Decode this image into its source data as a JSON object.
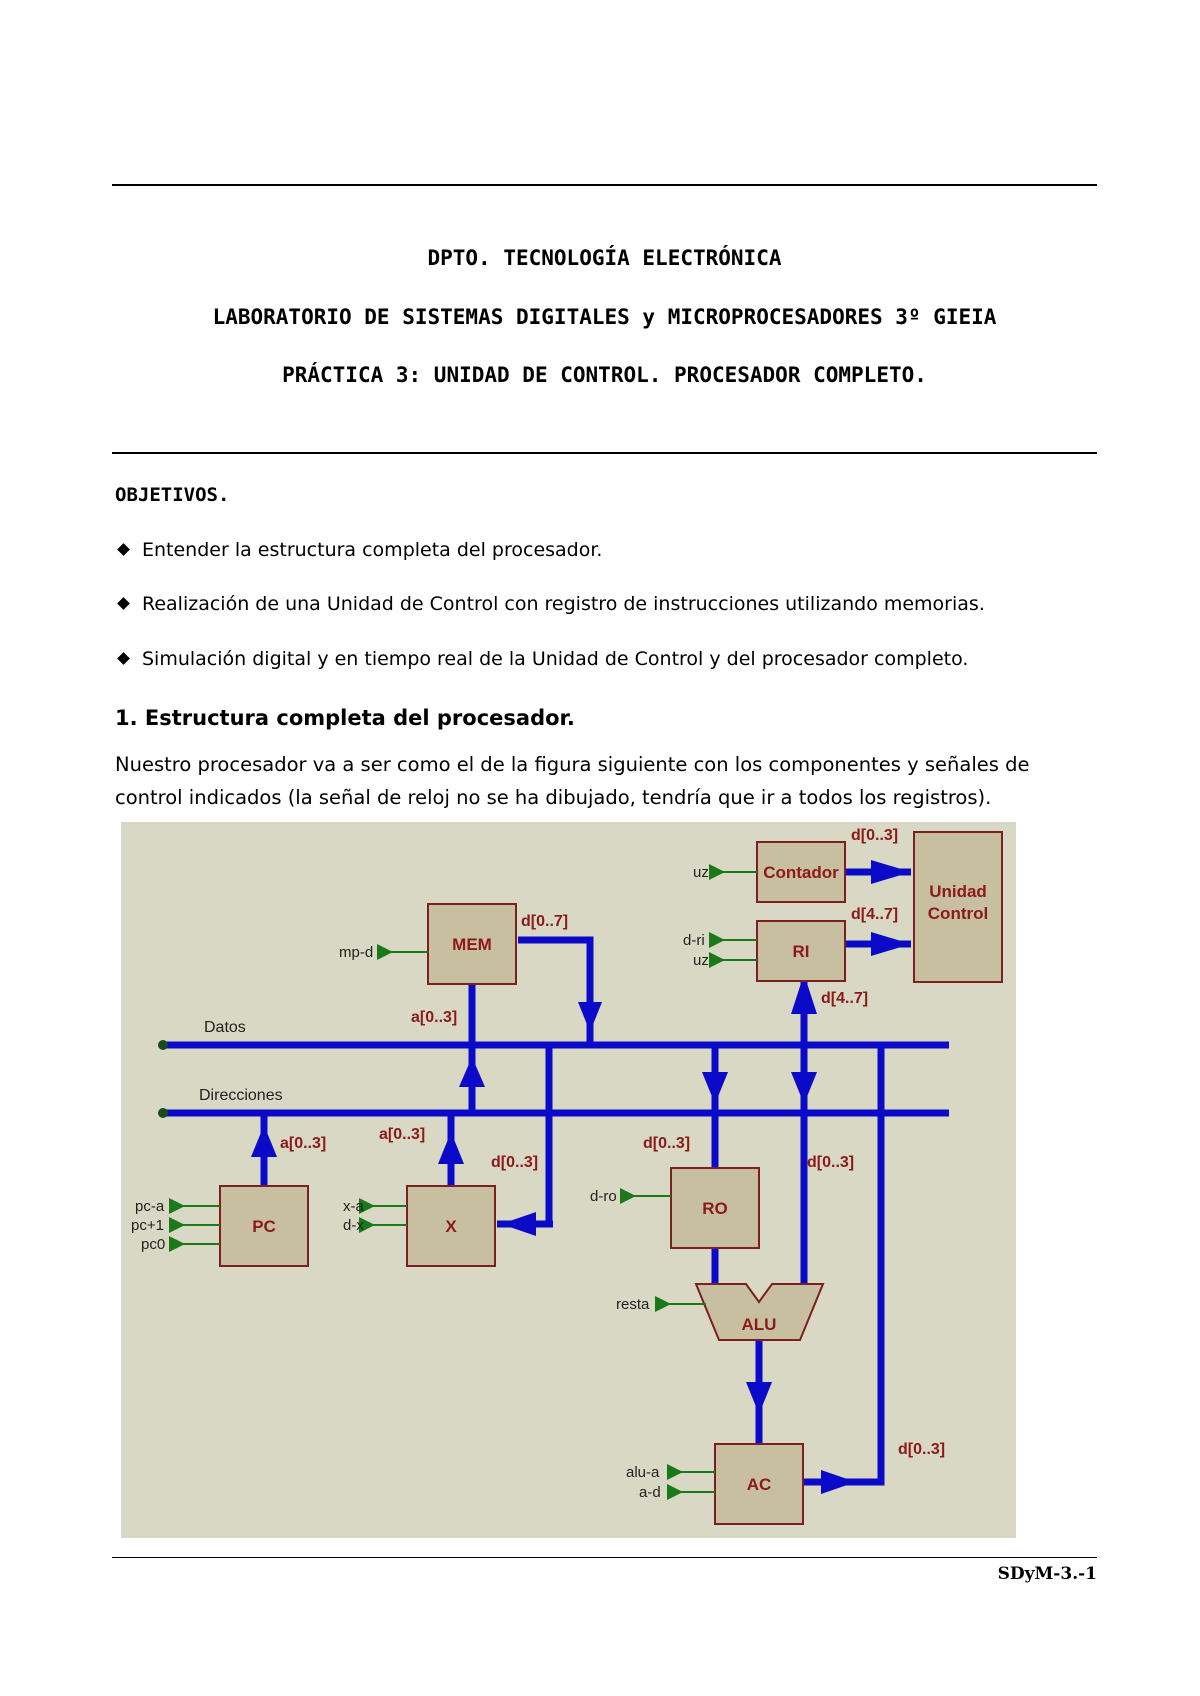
{
  "header": {
    "dept": "DPTO. TECNOLOGÍA ELECTRÓNICA",
    "lab": "LABORATORIO DE SISTEMAS DIGITALES y MICROPROCESADORES 3º GIEIA",
    "practice": "PRÁCTICA 3: UNIDAD DE CONTROL. PROCESADOR COMPLETO."
  },
  "objectives": {
    "title": "OBJETIVOS.",
    "items": [
      "Entender la estructura completa del procesador.",
      "Realización de una Unidad de Control con registro de instrucciones utilizando memorias.",
      "Simulación digital y en tiempo real de la Unidad de Control y del procesador completo."
    ]
  },
  "section1": {
    "title": "1. Estructura completa del procesador.",
    "para_line1": "Nuestro procesador va a ser como el de la figura siguiente con los componentes y señales de",
    "para_line2": "control indicados (la señal de reloj no se ha dibujado, tendría que ir a todos los registros)."
  },
  "figure": {
    "blocks": {
      "contador": "Contador",
      "unidad_line1": "Unidad",
      "unidad_line2": "Control",
      "ri": "RI",
      "mem": "MEM",
      "pc": "PC",
      "x": "X",
      "ro": "RO",
      "alu": "ALU",
      "ac": "AC"
    },
    "buses": {
      "datos": "Datos",
      "direcciones": "Direcciones"
    },
    "bus_labels": {
      "cont_out": "d[0..3]",
      "ri_out": "d[4..7]",
      "ri_in": "d[4..7]",
      "mem_out": "d[0..7]",
      "mem_addr": "a[0..3]",
      "pc_out": "a[0..3]",
      "x_out": "a[0..3]",
      "x_in": "d[0..3]",
      "ro_in": "d[0..3]",
      "alu_b": "d[0..3]",
      "ac_out": "d[0..3]"
    },
    "signals": {
      "uz_top": "uz",
      "d_ri": "d-ri",
      "uz_ri": "uz",
      "mp_d": "mp-d",
      "pc_a": "pc-a",
      "pc_inc": "pc+1",
      "pc0": "pc0",
      "x_a": "x-a",
      "d_x": "d-x",
      "d_ro": "d-ro",
      "resta": "resta",
      "alu_a": "alu-a",
      "a_d": "a-d"
    }
  },
  "footer": {
    "page": "SDyM-3.-1"
  }
}
